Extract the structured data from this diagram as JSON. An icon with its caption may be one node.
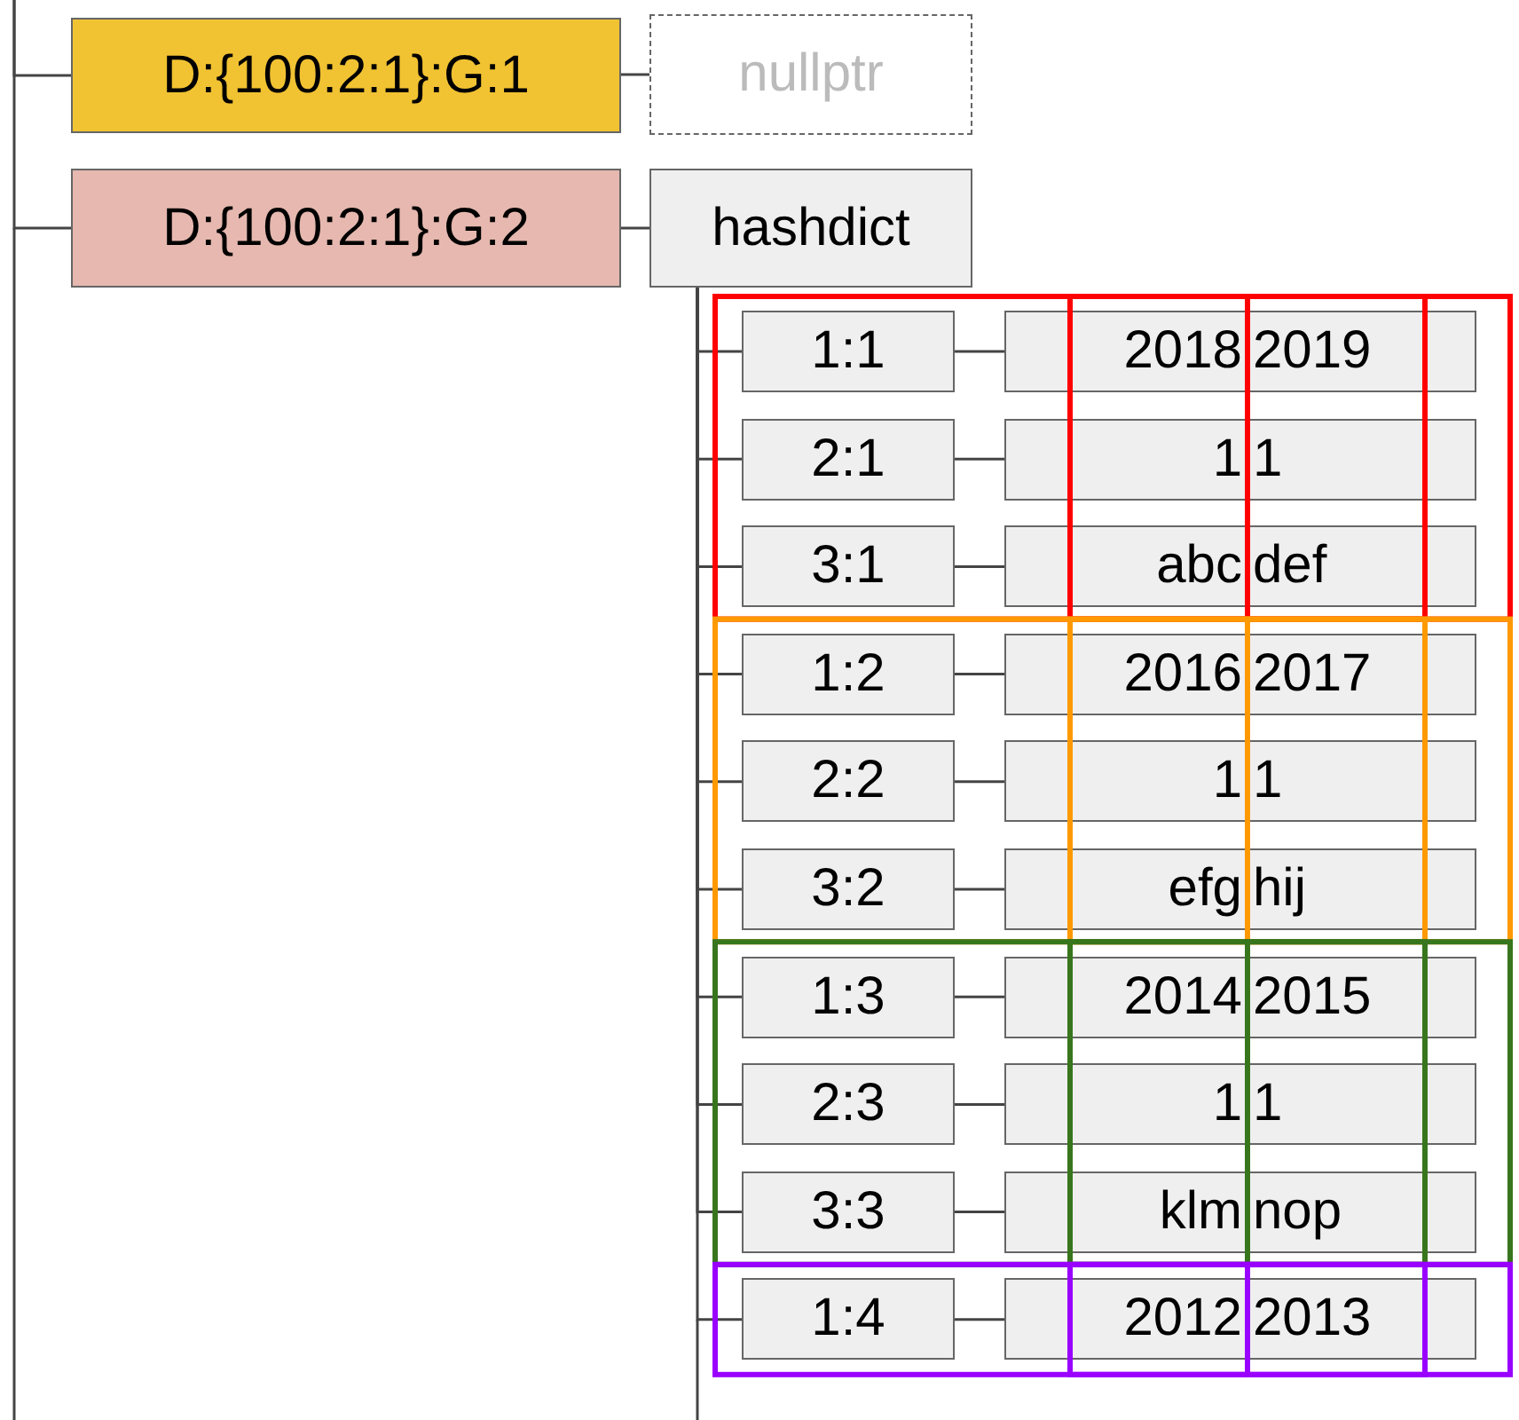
{
  "diagram": {
    "nodes": [
      {
        "text": [
          "D:{100:2:1}:G:1"
        ]
      },
      {
        "text": [
          "nullptr"
        ]
      },
      {
        "text": [
          "D:{100:2:1}:G:2"
        ]
      },
      {
        "text": [
          "hashdict"
        ]
      },
      {
        "text": [
          "1:1"
        ]
      },
      {
        "text": [
          "2018",
          "2019"
        ]
      },
      {
        "text": [
          "2:1"
        ]
      },
      {
        "text": [
          "1",
          "1"
        ]
      },
      {
        "text": [
          "3:1"
        ]
      },
      {
        "text": [
          "abc",
          "def"
        ]
      },
      {
        "text": [
          "1:2"
        ]
      },
      {
        "text": [
          "2016",
          "2017"
        ]
      },
      {
        "text": [
          "2:2"
        ]
      },
      {
        "text": [
          "1",
          "1"
        ]
      },
      {
        "text": [
          "3:2"
        ]
      },
      {
        "text": [
          "efg",
          "hij"
        ]
      },
      {
        "text": [
          "1:3"
        ]
      },
      {
        "text": [
          "2014",
          "2015"
        ]
      },
      {
        "text": [
          "2:3"
        ]
      },
      {
        "text": [
          "1",
          "1"
        ]
      },
      {
        "text": [
          "3:3"
        ]
      },
      {
        "text": [
          "klm",
          "nop"
        ]
      },
      {
        "text": [
          "1:4"
        ]
      },
      {
        "text": [
          "2012",
          "2013"
        ]
      }
    ],
    "edges": [
      {
        "from": null,
        "to": 0,
        "arrow": "none"
      },
      {
        "from": 0,
        "to": 1,
        "arrow": "none"
      },
      {
        "from": null,
        "to": 2,
        "arrow": "none"
      },
      {
        "from": 2,
        "to": 3,
        "arrow": "none"
      },
      {
        "from": 3,
        "to": 4,
        "arrow": "none"
      },
      {
        "from": 4,
        "to": 5,
        "arrow": "none"
      },
      {
        "from": 3,
        "to": 6,
        "arrow": "none"
      },
      {
        "from": 6,
        "to": 7,
        "arrow": "none"
      },
      {
        "from": 3,
        "to": 8,
        "arrow": "none"
      },
      {
        "from": 8,
        "to": 9,
        "arrow": "none"
      },
      {
        "from": 3,
        "to": 10,
        "arrow": "none"
      },
      {
        "from": 10,
        "to": 11,
        "arrow": "none"
      },
      {
        "from": 3,
        "to": 12,
        "arrow": "none"
      },
      {
        "from": 12,
        "to": 13,
        "arrow": "none"
      },
      {
        "from": 3,
        "to": 14,
        "arrow": "none"
      },
      {
        "from": 14,
        "to": 15,
        "arrow": "none"
      },
      {
        "from": 3,
        "to": 16,
        "arrow": "none"
      },
      {
        "from": 16,
        "to": 17,
        "arrow": "none"
      },
      {
        "from": 3,
        "to": 18,
        "arrow": "none"
      },
      {
        "from": 18,
        "to": 19,
        "arrow": "none"
      },
      {
        "from": 3,
        "to": 20,
        "arrow": "none"
      },
      {
        "from": 20,
        "to": 21,
        "arrow": "none"
      },
      {
        "from": 3,
        "to": 22,
        "arrow": "none"
      },
      {
        "from": 22,
        "to": 23,
        "arrow": "none"
      }
    ]
  }
}
